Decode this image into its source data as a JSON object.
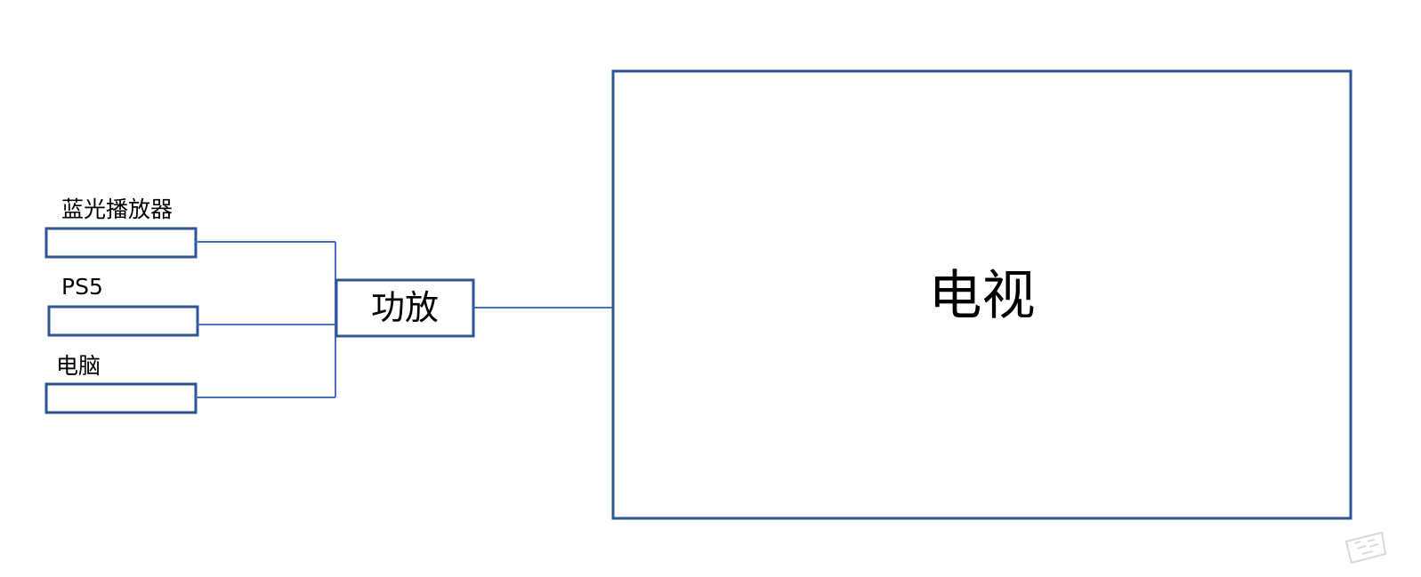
{
  "diagram": {
    "sources": [
      {
        "id": "bluray",
        "label": "蓝光播放器"
      },
      {
        "id": "ps5",
        "label": "PS5"
      },
      {
        "id": "pc",
        "label": "电脑"
      }
    ],
    "amplifier": {
      "label": "功放"
    },
    "tv": {
      "label": "电视"
    }
  },
  "colors": {
    "box_border": "#2f5597",
    "connector": "#4472c4",
    "text": "#000000"
  }
}
